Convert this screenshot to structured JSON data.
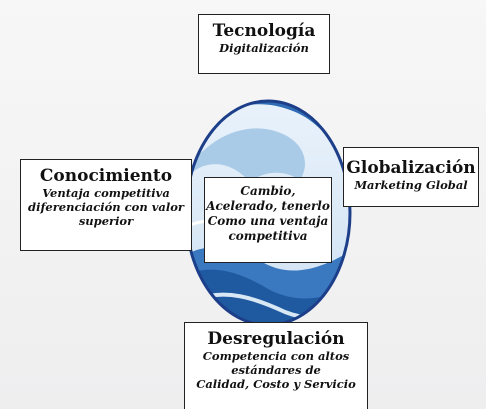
{
  "nodes": {
    "tecnologia": {
      "title": "Tecnología",
      "subtitle": "Digitalización"
    },
    "conocimiento": {
      "title": "Conocimiento",
      "subtitle_lines": [
        "Ventaja competitiva",
        "diferenciación con valor",
        "superior"
      ]
    },
    "globalizacion": {
      "title": "Globalización",
      "subtitle": "Marketing Global"
    },
    "desregulacion": {
      "title": "Desregulación",
      "subtitle_lines": [
        "Competencia con altos",
        "estándares de",
        "Calidad, Costo y Servicio"
      ]
    },
    "center": {
      "lines": [
        "Cambio,",
        "Acelerado, tenerlo",
        "Como una ventaja",
        "competitiva"
      ]
    }
  },
  "colors": {
    "oval_border": "#1d3f8a",
    "wave_dark": "#2f6cb3",
    "wave_light": "#a9cbe8"
  }
}
